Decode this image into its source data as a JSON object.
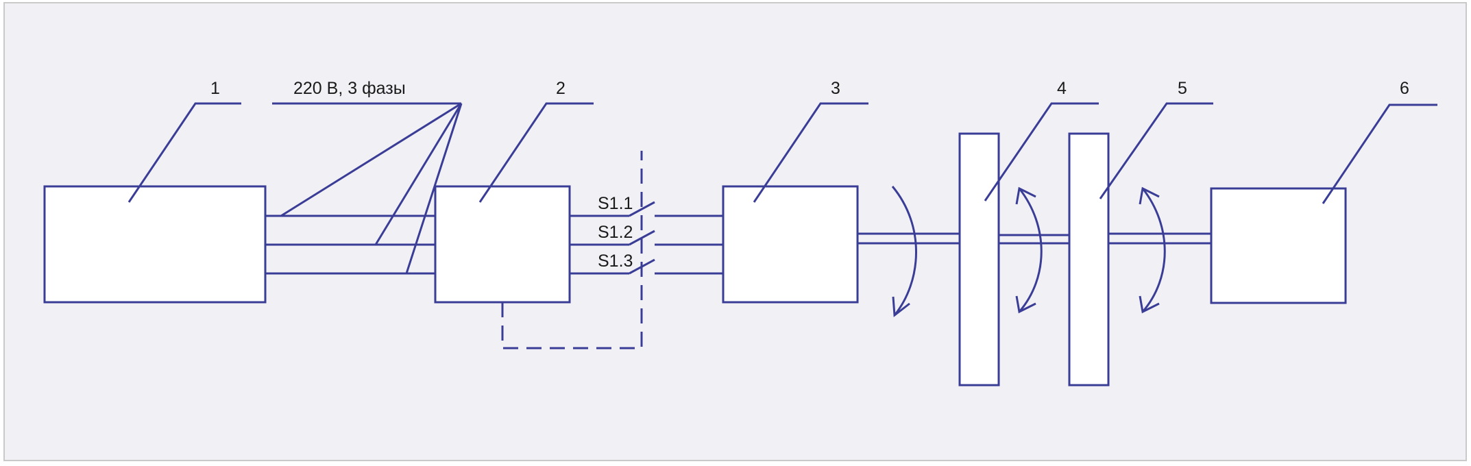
{
  "diagram": {
    "line_color": "#3a3d96",
    "background_color": "#f1f0f5",
    "labels": {
      "block1": "1",
      "block2": "2",
      "block3": "3",
      "block4": "4",
      "block5": "5",
      "block6": "6",
      "supply": "220 В, 3 фазы",
      "switch1": "S1.1",
      "switch2": "S1.2",
      "switch3": "S1.3"
    }
  }
}
